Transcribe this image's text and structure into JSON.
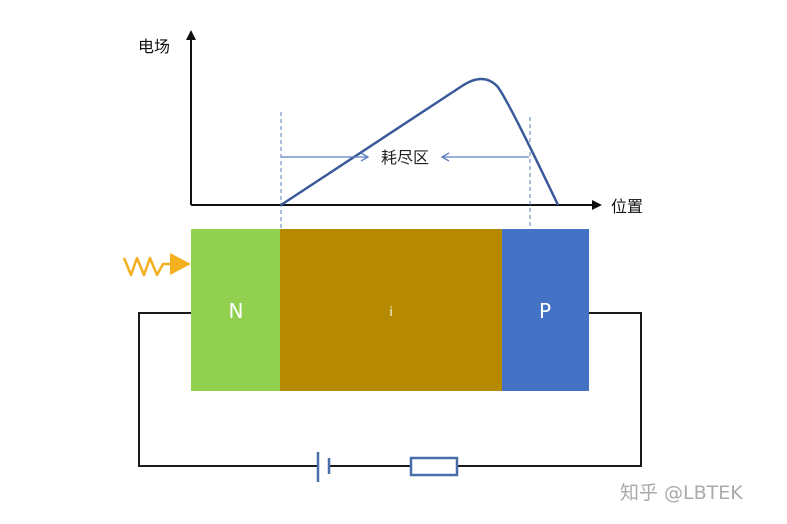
{
  "axes": {
    "y_label": "电场",
    "x_label": "位置"
  },
  "depletion_label": "耗尽区",
  "regions": [
    {
      "label": "N",
      "color": "#92d050"
    },
    {
      "label": "i",
      "color": "#b58a00"
    },
    {
      "label": "P",
      "color": "#4472c4"
    }
  ],
  "colors": {
    "curve": "#3a5a9a",
    "light_arrow": "#f2b01e",
    "wire": "#1a1a1a",
    "component": "#4a6fa8",
    "guide": "#5b7fbf"
  },
  "watermark": "知乎 @LBTEK"
}
